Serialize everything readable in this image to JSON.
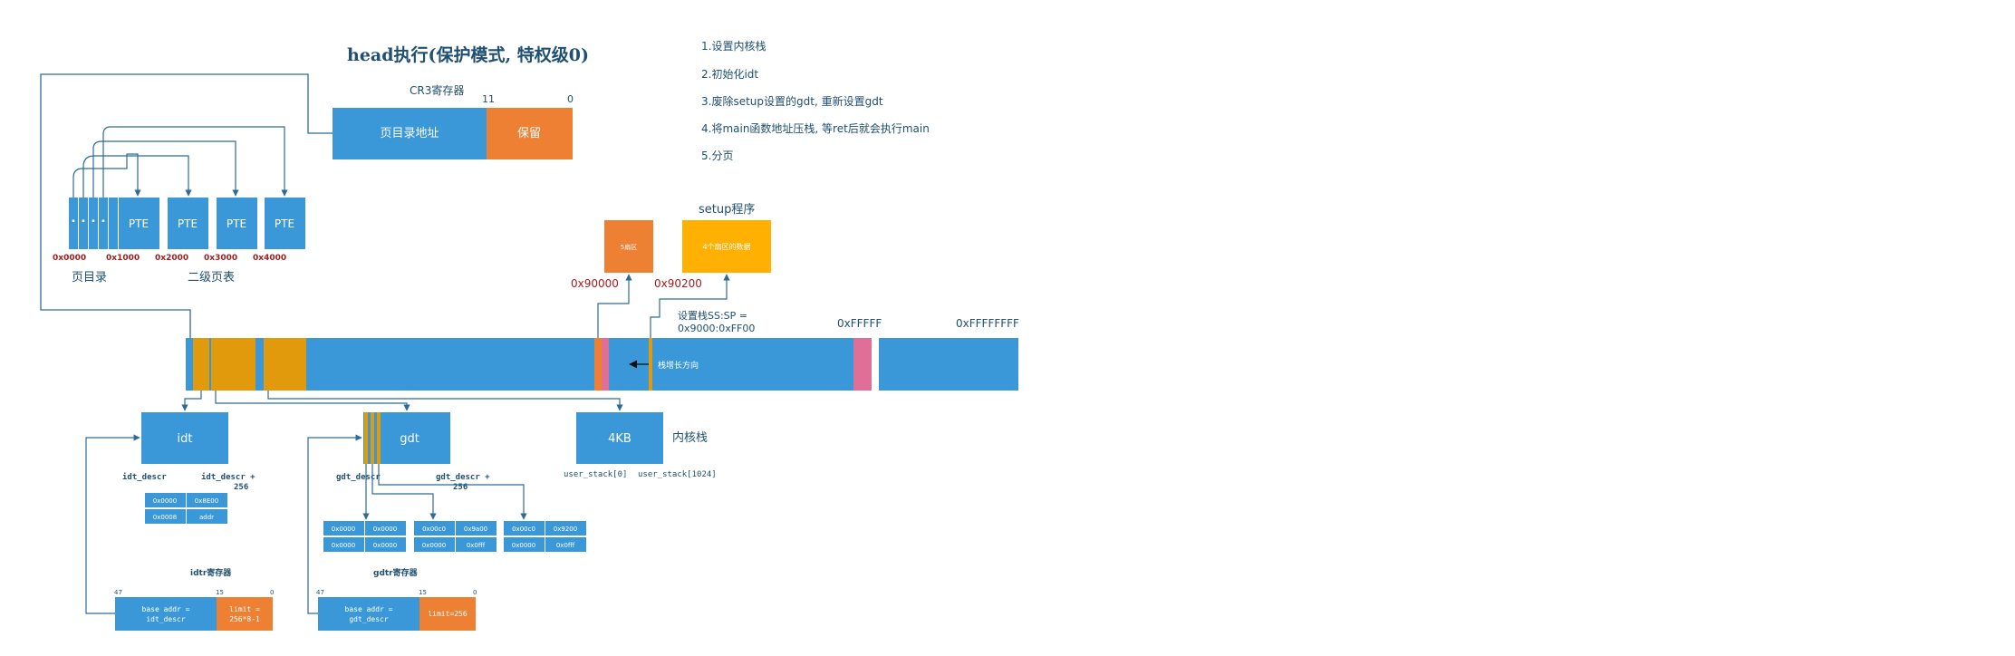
{
  "colors": {
    "blue": "#3a98d8",
    "orange": "#ee8033",
    "gold": "#e09a0b",
    "yellow": "#ffb000",
    "pink": "#e06f97",
    "line": "#2f6c95",
    "darkred": "#a11e1e",
    "text": "#1f4f71"
  },
  "title": "head执行(保护模式, 特权级0)",
  "steps": [
    "1.设置内核栈",
    "2.初始化idt",
    "3.废除setup设置的gdt, 重新设置gdt",
    "4.将main函数地址压栈, 等ret后就会执行main",
    "5.分页"
  ],
  "cr3": {
    "label": "CR3寄存器",
    "bit_high": "11",
    "bit_low": "0",
    "dir_base": "页目录地址",
    "reserved": "保留"
  },
  "paging": {
    "pte_label": "PTE",
    "page_dir_label": "页目录",
    "page_table_label": "二级页表",
    "addresses": [
      "0x0000",
      "0x1000",
      "0x2000",
      "0x3000",
      "0x4000"
    ]
  },
  "setup": {
    "label": "setup程序",
    "box_left": "5扇区",
    "box_right": "4个扇区的数据",
    "addr_90000": "0x90000",
    "addr_90200": "0x90200"
  },
  "memory": {
    "addr_ffff": "0xFFFFF",
    "addr_ffffffff": "0xFFFFFFFF",
    "stack_set_line1": "设置栈SS:SP =",
    "stack_set_line2": "0x9000:0xFF00",
    "stack_dir": "栈增长方向"
  },
  "idt": {
    "label": "idt",
    "descr": "idt_descr",
    "descr_end_line1": "idt_descr +",
    "descr_end_line2": "256",
    "cells": [
      "0x0000",
      "0x8E00",
      "0x0008",
      "addr"
    ]
  },
  "gdt": {
    "label": "gdt",
    "descr": "gdt_descr",
    "descr_end_line1": "gdt_descr +",
    "descr_end_line2": "256",
    "cells": [
      "0x0000",
      "0x0000",
      "0x0000",
      "0x0000",
      "0x00c0",
      "0x9a00",
      "0x0000",
      "0x0fff",
      "0x00c0",
      "0x9200",
      "0x0000",
      "0x0fff"
    ]
  },
  "kstack": {
    "label": "4KB",
    "desc": "内核栈",
    "start": "user_stack[0]",
    "end": "user_stack[1024]"
  },
  "idtr": {
    "label": "idtr寄存器",
    "bit47": "47",
    "bit15": "15",
    "bit0": "0",
    "base_line1": "base addr =",
    "base_line2": "idt_descr",
    "limit_line1": "limit =",
    "limit_line2": "256*8-1"
  },
  "gdtr": {
    "label": "gdtr寄存器",
    "bit47": "47",
    "bit15": "15",
    "bit0": "0",
    "base_line1": "base addr =",
    "base_line2": "gdt_descr",
    "limit": "limit=256"
  }
}
